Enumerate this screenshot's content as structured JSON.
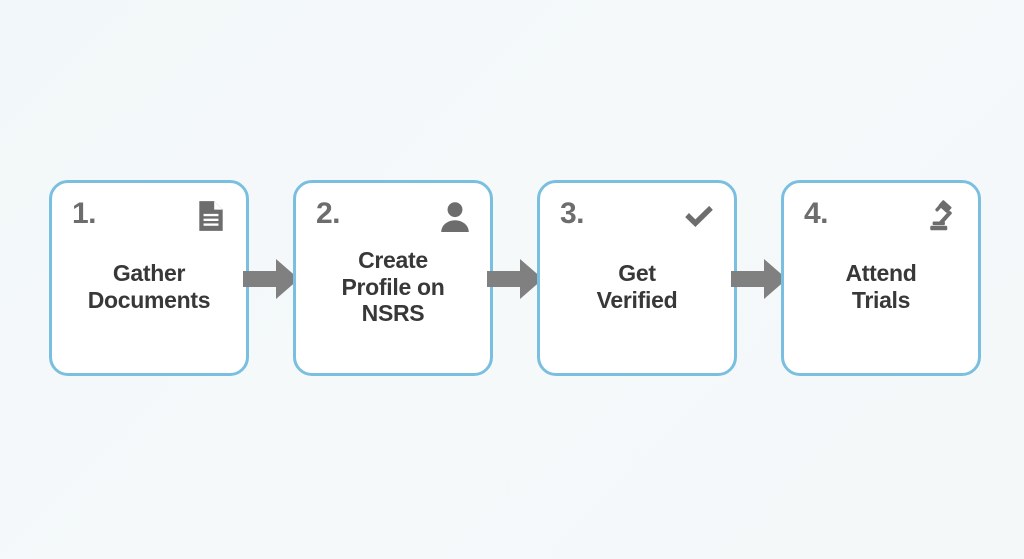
{
  "diagram": {
    "type": "process-flow",
    "title": "",
    "orientation": "horizontal",
    "background_color": "#f3f7f9",
    "card_border_color": "#7bbfe0",
    "card_fill_color": "#ffffff",
    "arrow_color": "#808080",
    "number_color": "#6d6d6d",
    "title_color": "#383838",
    "steps": [
      {
        "number": "1.",
        "title": "Gather\nDocuments",
        "icon": "document-icon"
      },
      {
        "number": "2.",
        "title": "Create\nProfile on\nNSRS",
        "icon": "person-icon"
      },
      {
        "number": "3.",
        "title": "Get\nVerified",
        "icon": "checkmark-icon"
      },
      {
        "number": "4.",
        "title": "Attend\nTrials",
        "icon": "gavel-icon"
      }
    ],
    "connectors": [
      {
        "from": "1.",
        "to": "2.",
        "shape": "right-arrow"
      },
      {
        "from": "2.",
        "to": "3.",
        "shape": "right-arrow"
      },
      {
        "from": "3.",
        "to": "4.",
        "shape": "right-arrow"
      }
    ]
  }
}
